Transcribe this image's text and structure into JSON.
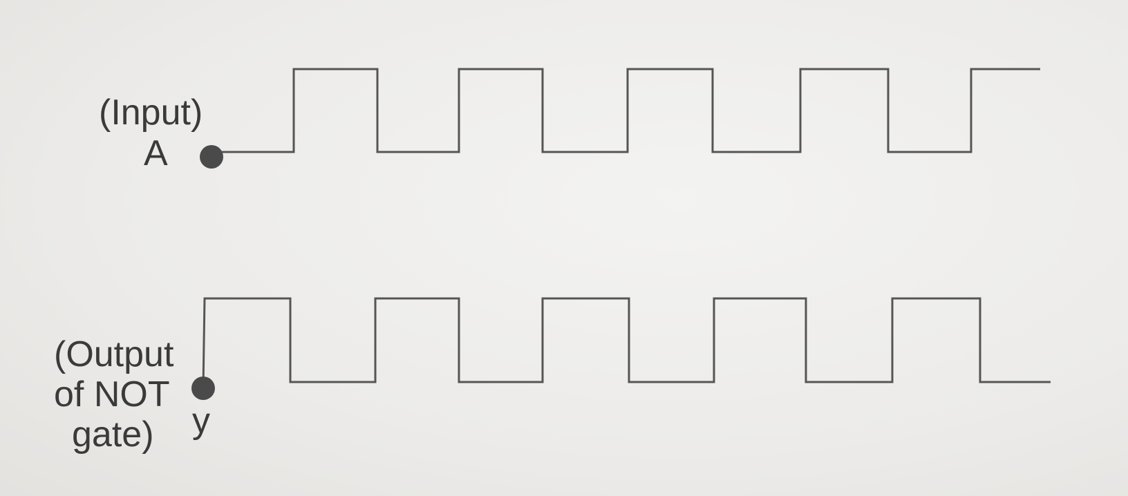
{
  "input": {
    "label_line1": "(Input)",
    "label_line2": "A",
    "levels": [
      0,
      1,
      0,
      1,
      0,
      1,
      0,
      1,
      0,
      1
    ]
  },
  "output": {
    "label_line1": "(Output",
    "label_line2": "of NOT",
    "label_line3": "gate)",
    "terminal": "y",
    "levels": [
      1,
      0,
      1,
      0,
      1,
      0,
      1,
      0,
      1,
      0
    ]
  },
  "colors": {
    "wave": "#555555",
    "text": "#3a3a3a",
    "dot": "#4a4a4a"
  }
}
